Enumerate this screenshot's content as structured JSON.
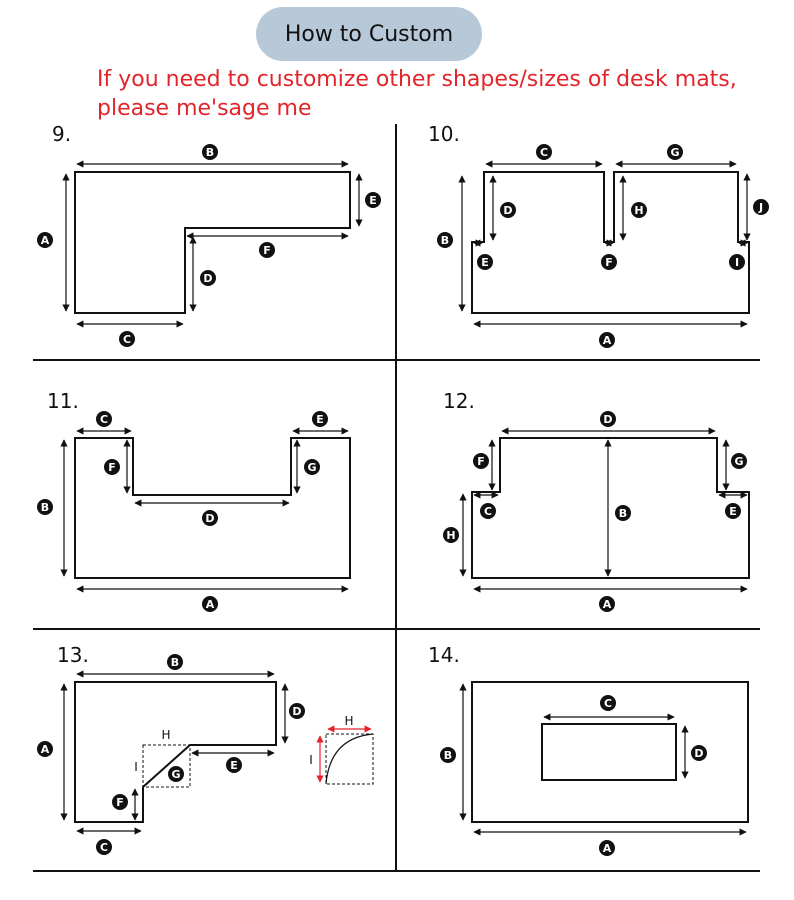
{
  "header": {
    "button_label": "How to Custom",
    "note_line1": "If you need to customize other shapes/sizes of desk mats,",
    "note_line2": "please me'sage me"
  },
  "panels": [
    {
      "number": "9.",
      "labels": [
        "A",
        "B",
        "C",
        "D",
        "E",
        "F"
      ]
    },
    {
      "number": "10.",
      "labels": [
        "A",
        "B",
        "C",
        "D",
        "E",
        "F",
        "G",
        "H",
        "I",
        "J"
      ]
    },
    {
      "number": "11.",
      "labels": [
        "A",
        "B",
        "C",
        "D",
        "E",
        "F",
        "G"
      ]
    },
    {
      "number": "12.",
      "labels": [
        "A",
        "B",
        "C",
        "D",
        "E",
        "F",
        "G",
        "H"
      ]
    },
    {
      "number": "13.",
      "labels": [
        "A",
        "B",
        "C",
        "D",
        "E",
        "F",
        "G"
      ],
      "inset_labels": [
        "H",
        "I"
      ]
    },
    {
      "number": "14.",
      "labels": [
        "A",
        "B",
        "C",
        "D"
      ]
    }
  ],
  "colors": {
    "note_text": "#e3242b",
    "button_bg": "#b7c9d9",
    "badge_fill": "#111111",
    "inset_arrow": "#e3242b"
  }
}
